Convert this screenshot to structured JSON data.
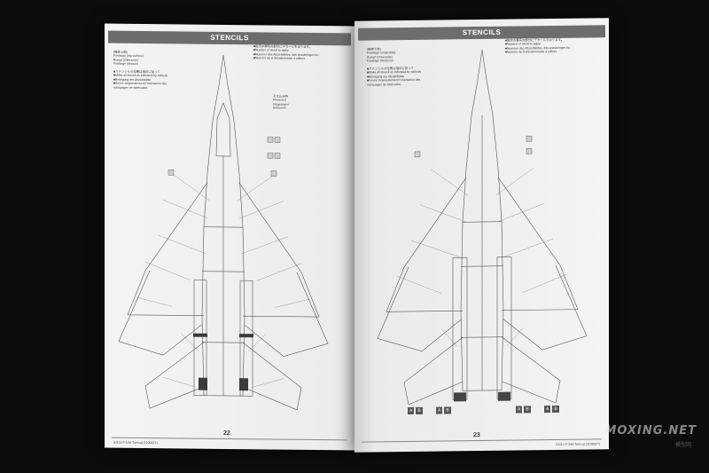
{
  "left_page": {
    "banner": "STENCILS",
    "header_jp": "(機体上面)",
    "header_lines": [
      "Fuselage (top surface)",
      "Rumpf (Oberseite)",
      "Fuselage (dessus)"
    ],
    "instructions_right": [
      "■指示の番号の部分にデカールをはります。",
      "■Number of decal to apply.",
      "■Nummer des Abziehbildes, das anzubringen ist.",
      "■Numéro de la décalcomanie à utiliser."
    ],
    "instructions_left": [
      "■ステンシルの位置は指示に従って",
      "■Make all stencil as indicated by callouts",
      "■Befolgung der Abziehbilder",
      "■Suivre soigneusement l'orientation des",
      "marquages de fabrication."
    ],
    "retracted_jp": "引き込み時",
    "retracted": [
      "Retracted",
      "Eingezogen",
      "Refermée"
    ],
    "page_number": "22",
    "product": "61114 F-14A Tomcat (1100027)"
  },
  "right_page": {
    "banner": "STENCILS",
    "header_jp": "(機体下面)",
    "header_lines": [
      "Fuselage (underside)",
      "Rumpf (Unterseite)",
      "Fuselage (dessous)"
    ],
    "instructions_right": [
      "■指示の番号の部分にデカールをはります。",
      "■Number of decal to apply.",
      "■Nummer des Abziehbildes, das anzubringen ist.",
      "■Numéro de la décalcomanie à utiliser."
    ],
    "instructions_left": [
      "■ステンシルの位置は指示に従って",
      "■Make all stencil as indicated by callouts",
      "■Befolgung der Abziehbilder",
      "■Suivre soigneusement l'orientation des",
      "marquages de fabrication."
    ],
    "page_number": "23",
    "product": "61114 F-14A Tomcat (1100027)",
    "ab_labels": [
      "A",
      "B"
    ]
  },
  "watermark": "MOXING.NET",
  "watermark_sub": "模型网"
}
